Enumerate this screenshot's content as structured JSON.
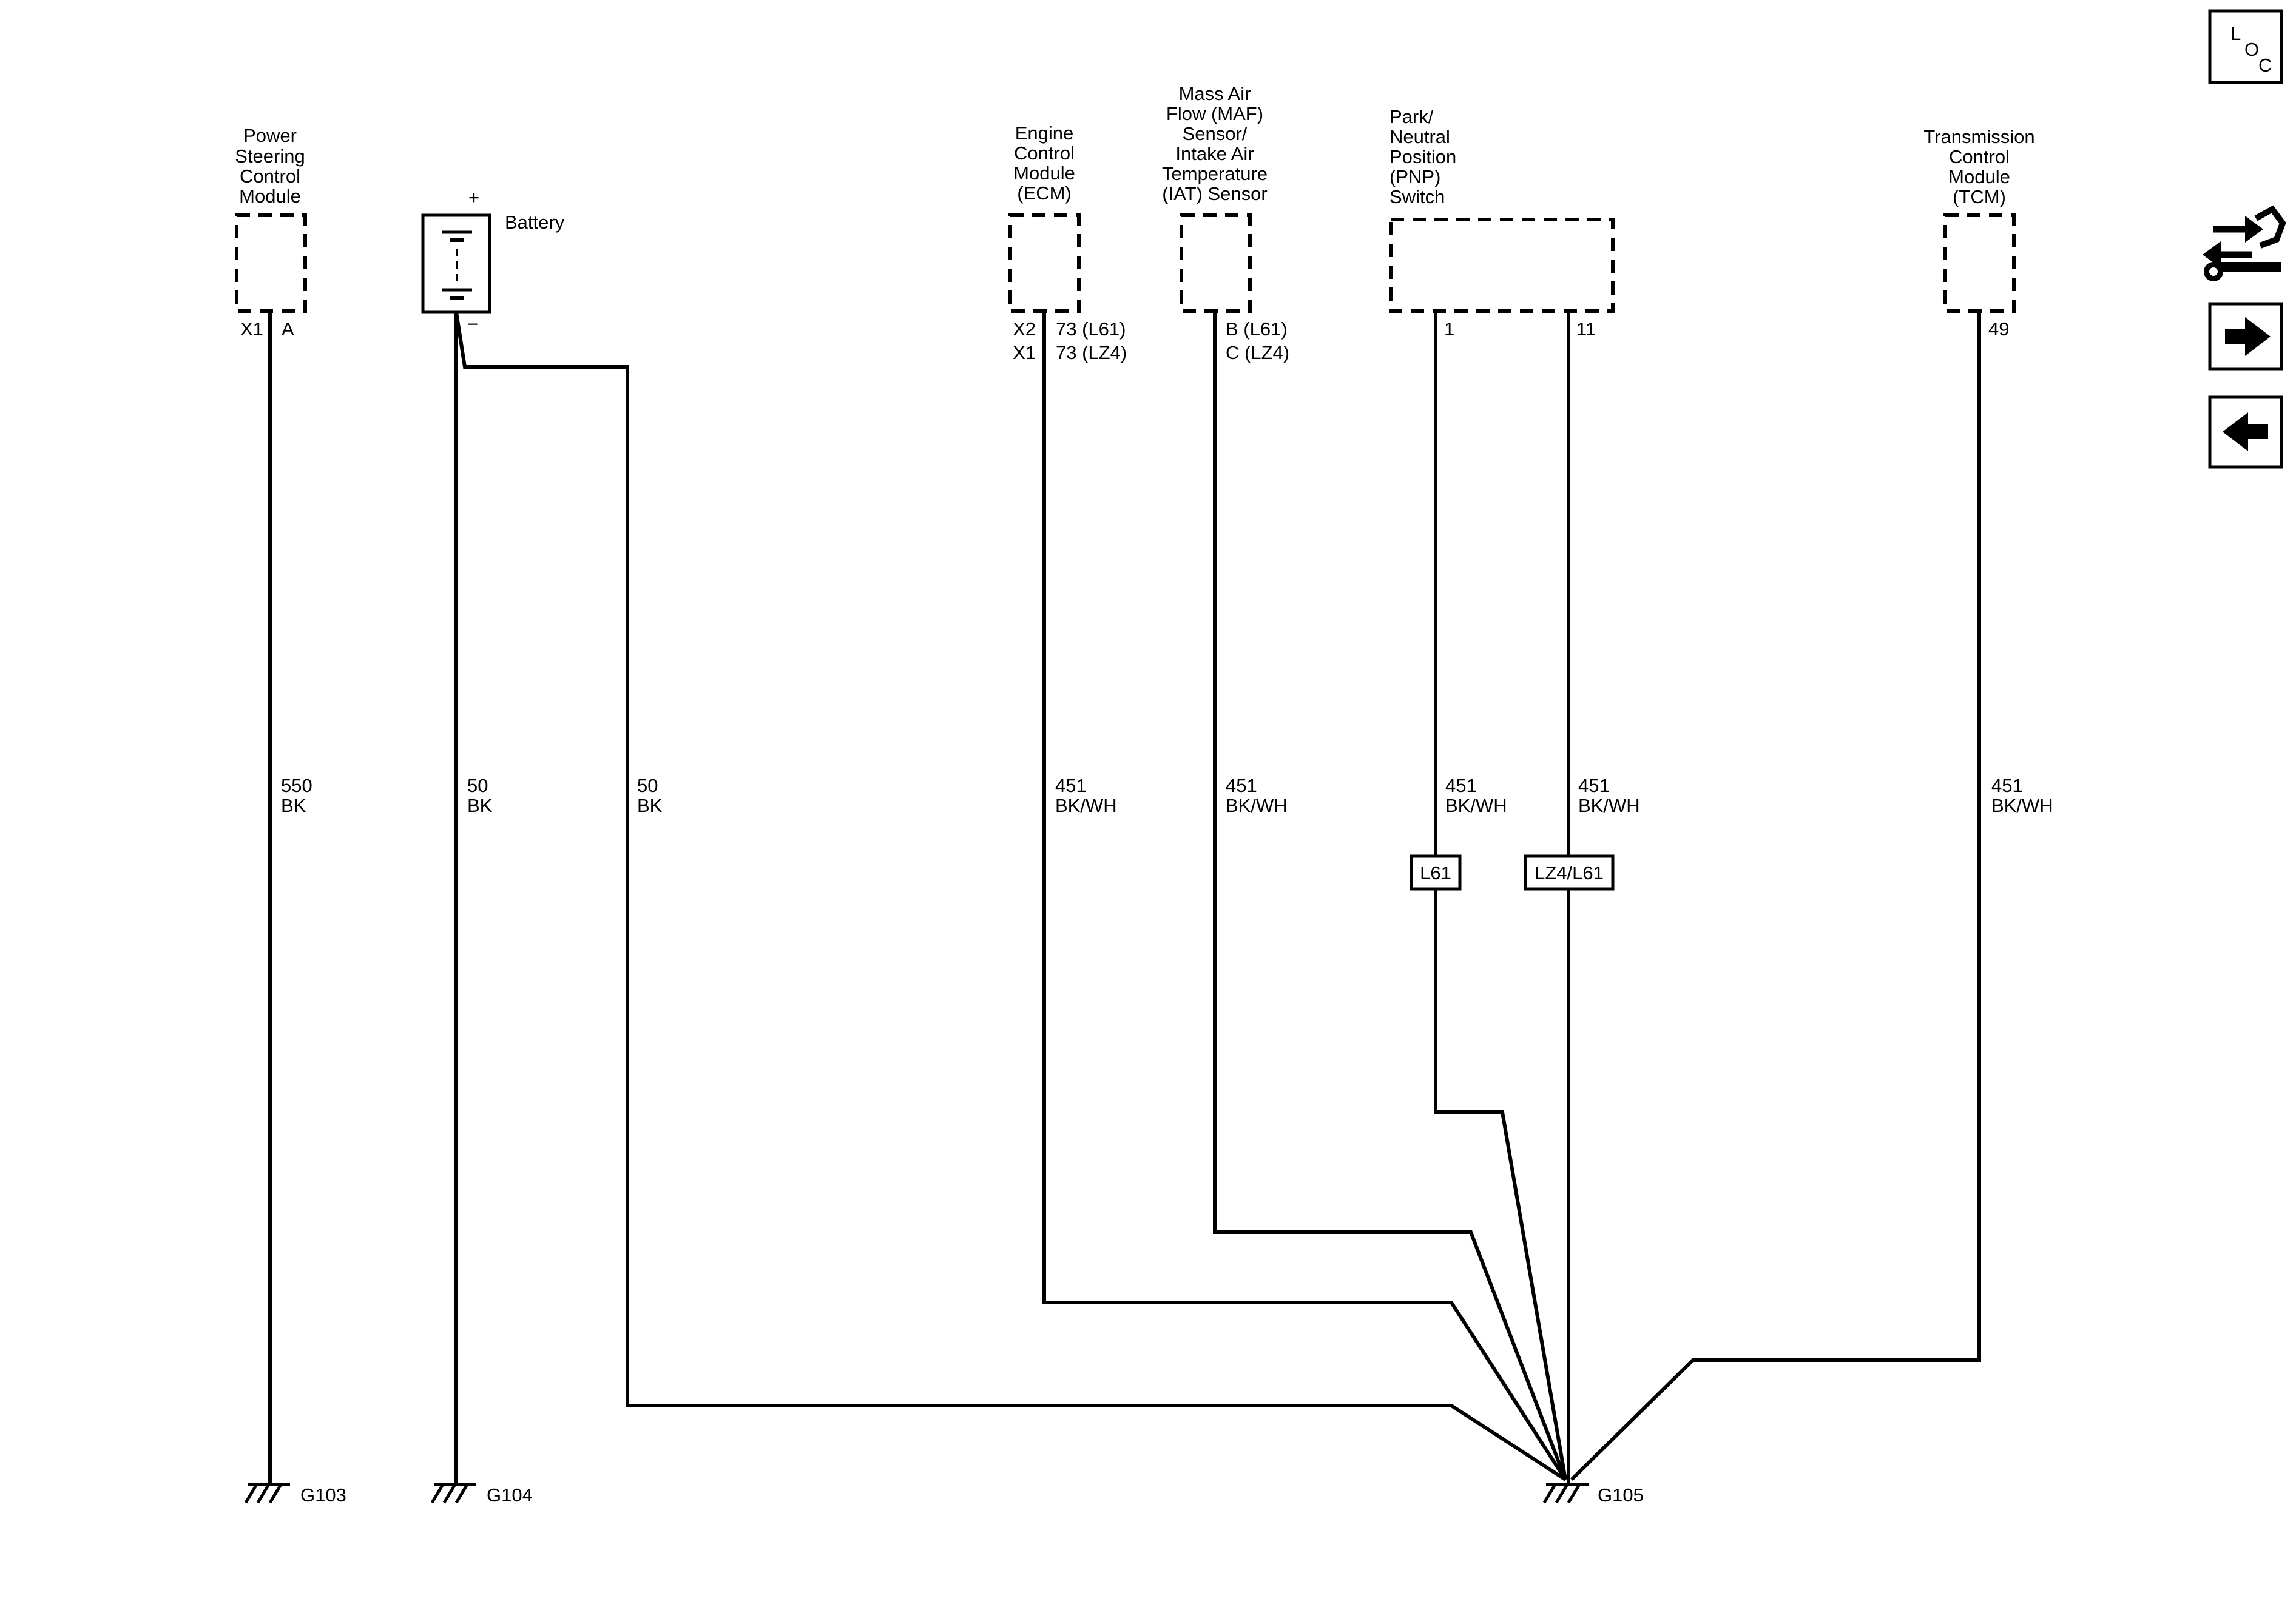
{
  "components": {
    "power_steering_module": [
      "Power",
      "Steering",
      "Control",
      "Module"
    ],
    "battery": "Battery",
    "battery_plus": "+",
    "battery_minus": "−",
    "ecm": [
      "Engine",
      "Control",
      "Module",
      "(ECM)"
    ],
    "maf_iat": [
      "Mass Air",
      "Flow (MAF)",
      "Sensor/",
      "Intake Air",
      "Temperature",
      "(IAT) Sensor"
    ],
    "pnp_switch": [
      "Park/",
      "Neutral",
      "Position",
      "(PNP)",
      "Switch"
    ],
    "tcm": [
      "Transmission",
      "Control",
      "Module",
      "(TCM)"
    ]
  },
  "pins": {
    "psm_connector": "X1",
    "psm_pin": "A",
    "ecm_row1_connector": "X2",
    "ecm_row1_pin": "73 (L61)",
    "ecm_row2_connector": "X1",
    "ecm_row2_pin": "73 (LZ4)",
    "maf_row1": "B (L61)",
    "maf_row2": "C (LZ4)",
    "pnp_pin_a": "1",
    "pnp_pin_b": "11",
    "tcm_pin": "49"
  },
  "wires": {
    "psm": {
      "circuit": "550",
      "color": "BK"
    },
    "battery_g104": {
      "circuit": "50",
      "color": "BK"
    },
    "battery_g105": {
      "circuit": "50",
      "color": "BK"
    },
    "ecm": {
      "circuit": "451",
      "color": "BK/WH"
    },
    "maf": {
      "circuit": "451",
      "color": "BK/WH"
    },
    "pnp_1": {
      "circuit": "451",
      "color": "BK/WH"
    },
    "pnp_11": {
      "circuit": "451",
      "color": "BK/WH"
    },
    "tcm": {
      "circuit": "451",
      "color": "BK/WH"
    }
  },
  "option_tags": {
    "pnp_1": "L61",
    "pnp_11": "LZ4/L61"
  },
  "grounds": {
    "g103": "G103",
    "g104": "G104",
    "g105": "G105"
  },
  "nav": {
    "loc_letters": [
      "L",
      "O",
      "C"
    ],
    "icons": [
      "connector-wrench-icon",
      "arrow-right-icon",
      "arrow-left-icon"
    ]
  }
}
